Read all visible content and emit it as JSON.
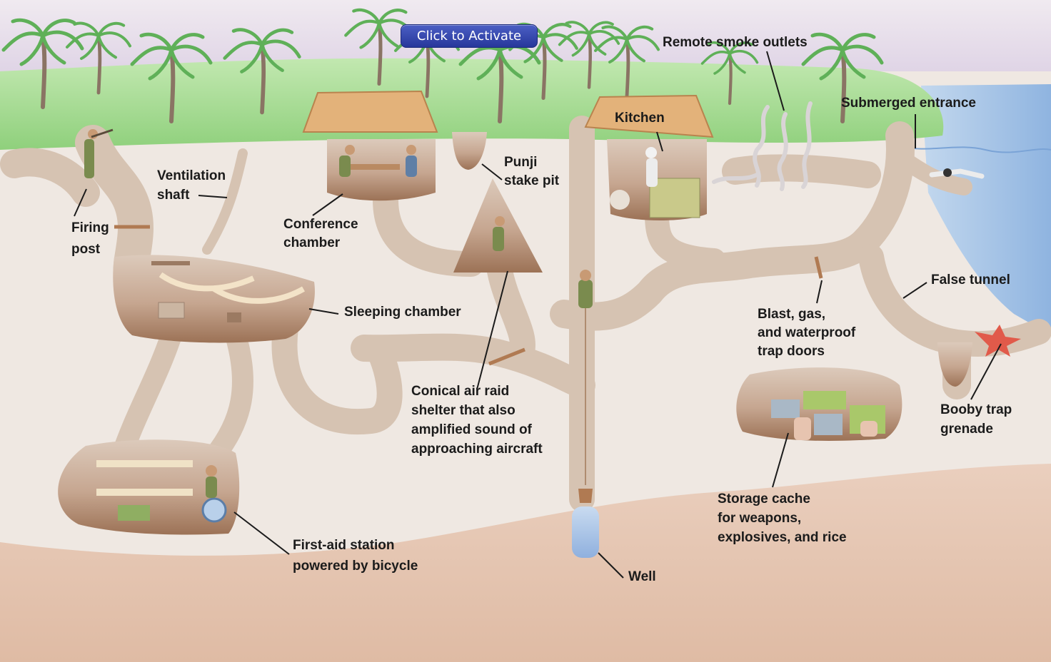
{
  "activate_button": {
    "label": "Click to Activate"
  },
  "labels": {
    "firing_post": [
      "Firing",
      "post"
    ],
    "ventilation_shaft": [
      "Ventilation",
      "shaft"
    ],
    "conference_chamber": [
      "Conference",
      "chamber"
    ],
    "punji_stake_pit": [
      "Punji",
      "stake pit"
    ],
    "sleeping_chamber": [
      "Sleeping chamber"
    ],
    "conical_shelter": [
      "Conical air raid",
      "shelter that also",
      "amplified sound of",
      "approaching aircraft"
    ],
    "kitchen": [
      "Kitchen"
    ],
    "remote_smoke_outlets": [
      "Remote smoke outlets"
    ],
    "submerged_entrance": [
      "Submerged entrance"
    ],
    "false_tunnel": [
      "False tunnel"
    ],
    "trap_doors": [
      "Blast, gas,",
      "and waterproof",
      "trap doors"
    ],
    "booby_trap": [
      "Booby trap",
      "grenade"
    ],
    "storage_cache": [
      "Storage cache",
      "for weapons,",
      "explosives, and rice"
    ],
    "first_aid": [
      "First-aid station",
      "powered by bicycle"
    ],
    "well": [
      "Well"
    ]
  },
  "colors": {
    "sky": "#e6dcea",
    "grass": "#a9dd98",
    "ground": "#efe8e2",
    "deep_soil": "#e4c4b0",
    "tunnel": "#d4c0ae",
    "chamber_floor": "#a67b5e",
    "water": "#a9c8e6",
    "leader_line": "#1b1b1b",
    "button": "#3448b0"
  }
}
